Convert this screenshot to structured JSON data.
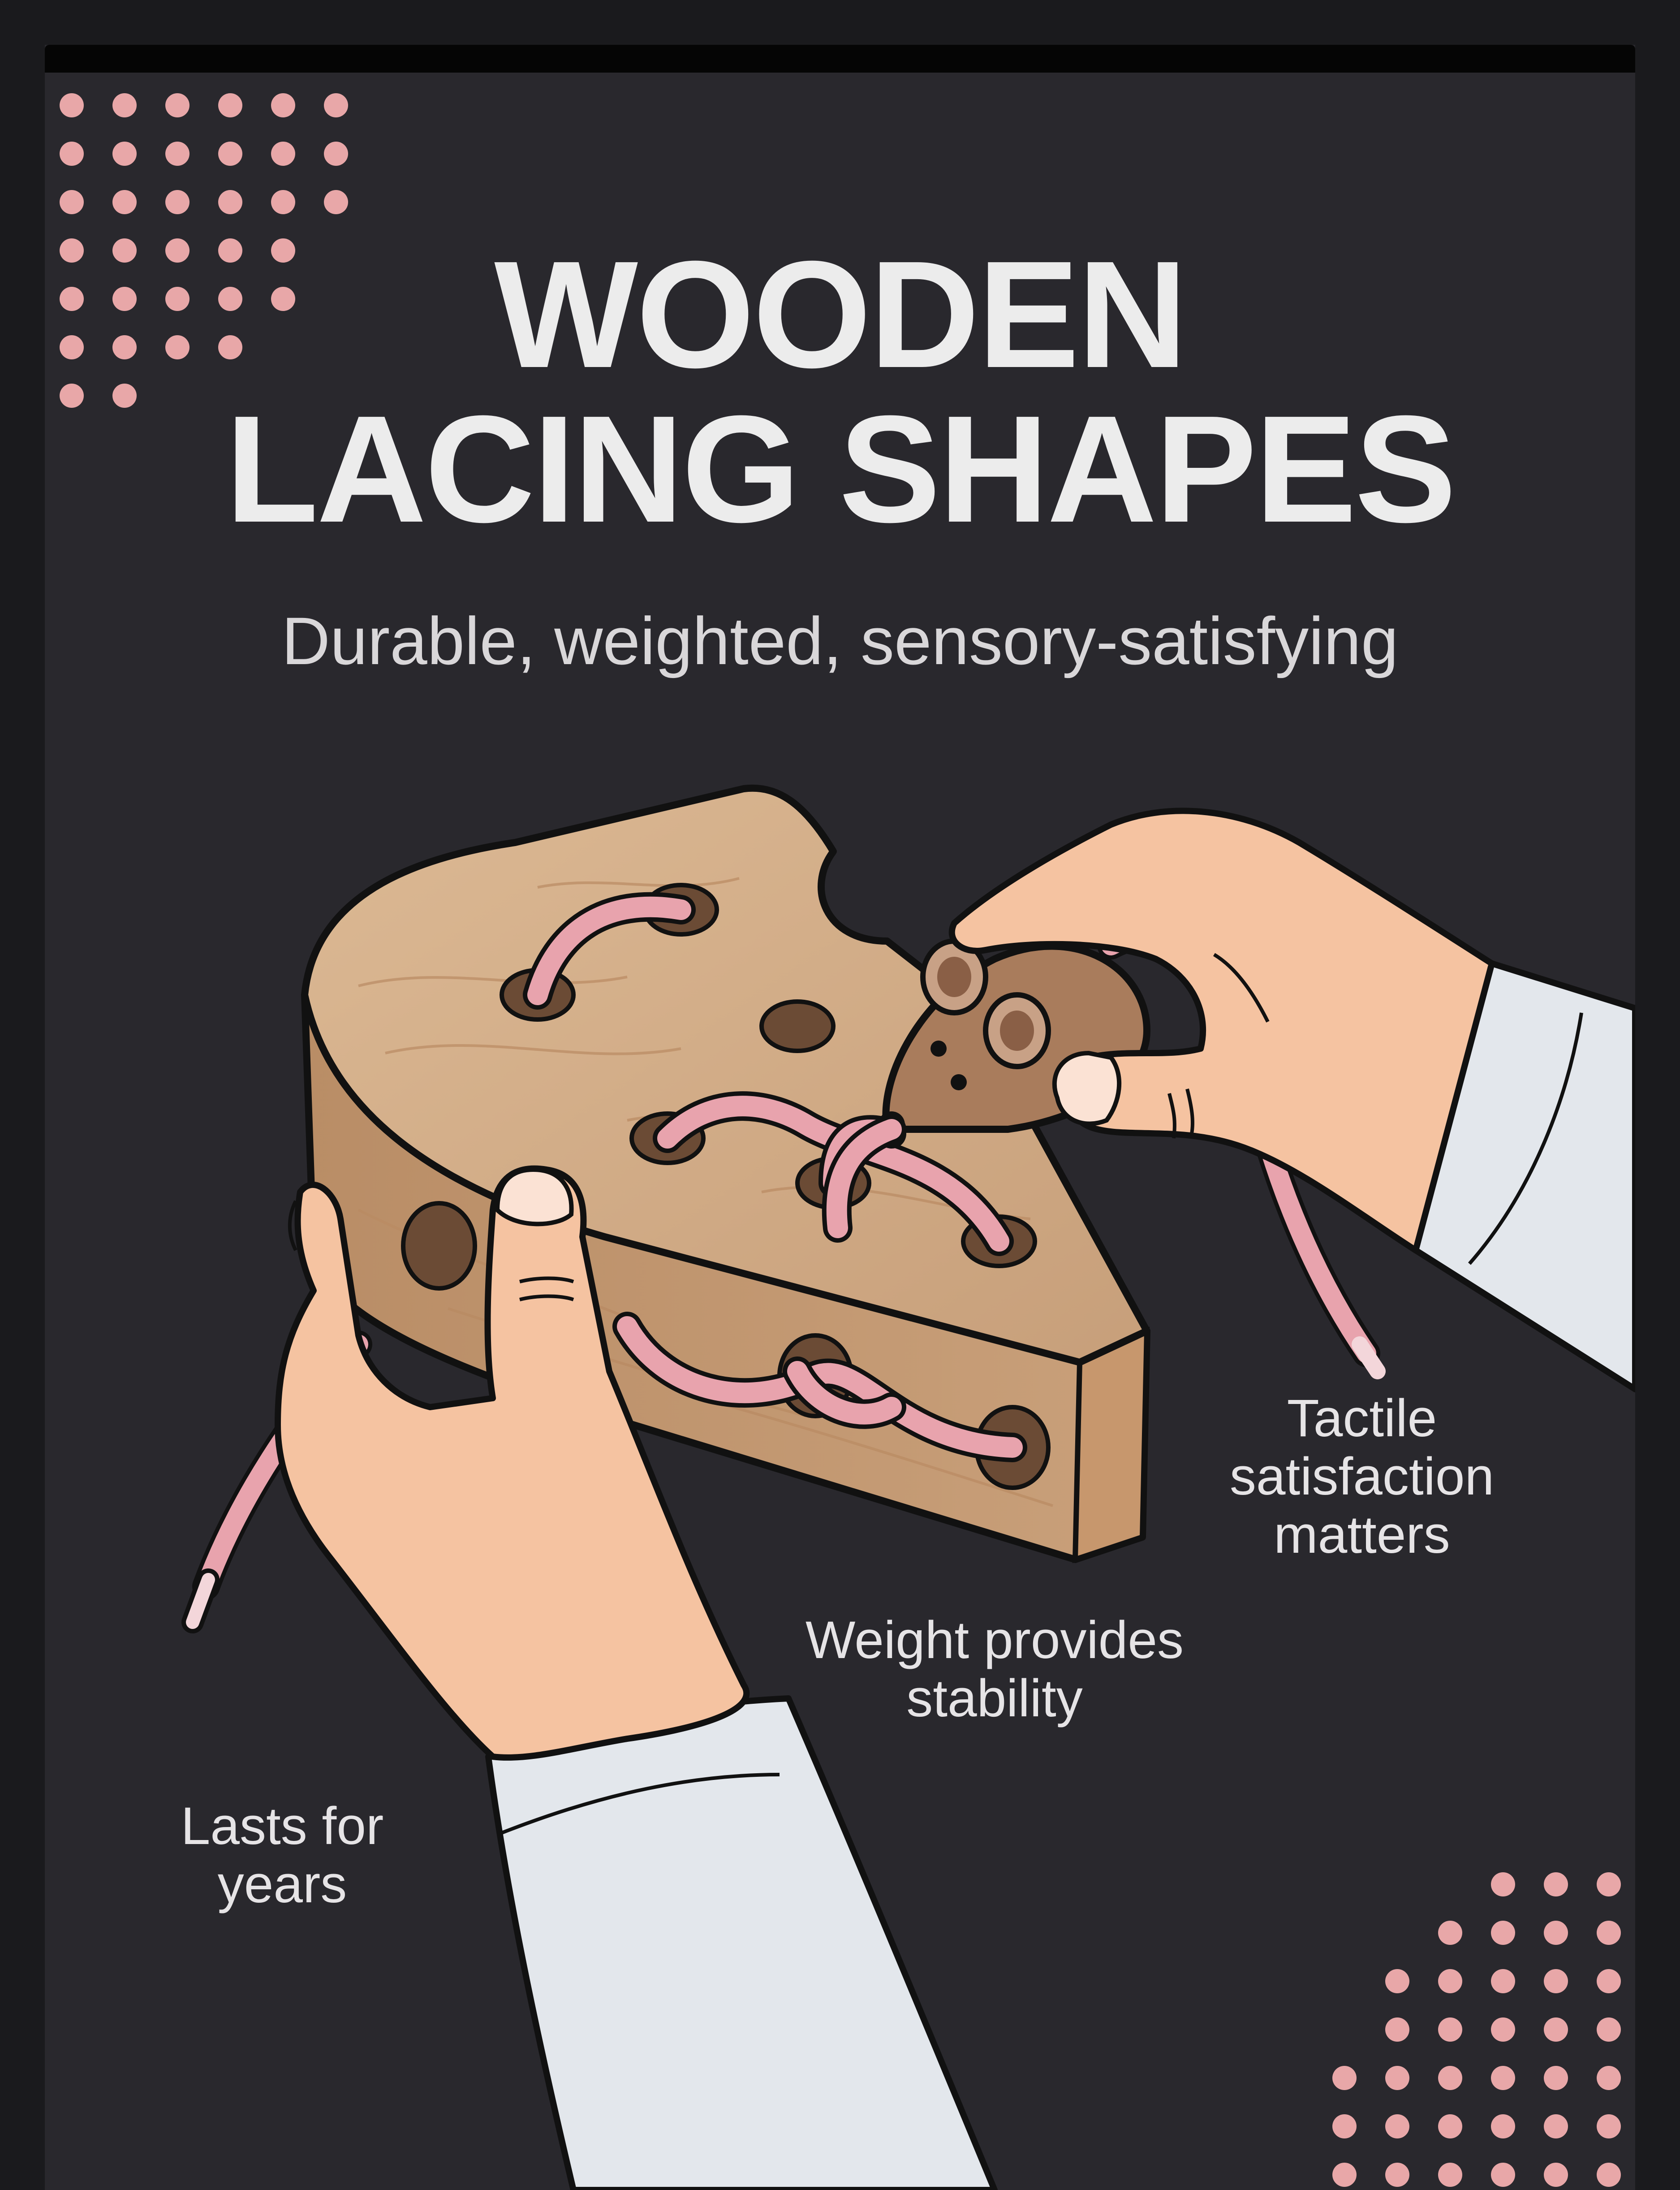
{
  "header": {
    "title_line1": "WOODEN",
    "title_line2": "LACING SHAPES",
    "subtitle": "Durable, weighted, sensory-satisfying"
  },
  "callouts": {
    "tactile": "Tactile\nsatisfaction\nmatters",
    "weight": "Weight provides\nstability",
    "lasts": "Lasts for\nyears"
  },
  "illustration": {
    "subject": "wooden cheese wedge lacing toy with mouse and pink lace held by two hands"
  },
  "colors": {
    "background": "#29282d",
    "outer_frame": "#1a1a1d",
    "top_bar": "#050505",
    "title_text": "#ececec",
    "accent_dots": "#e8a7a8",
    "lace_pink": "#e8a3ad",
    "wood": "#cfa985",
    "skin": "#f5c3a1",
    "sleeve": "#e3e7ec"
  }
}
